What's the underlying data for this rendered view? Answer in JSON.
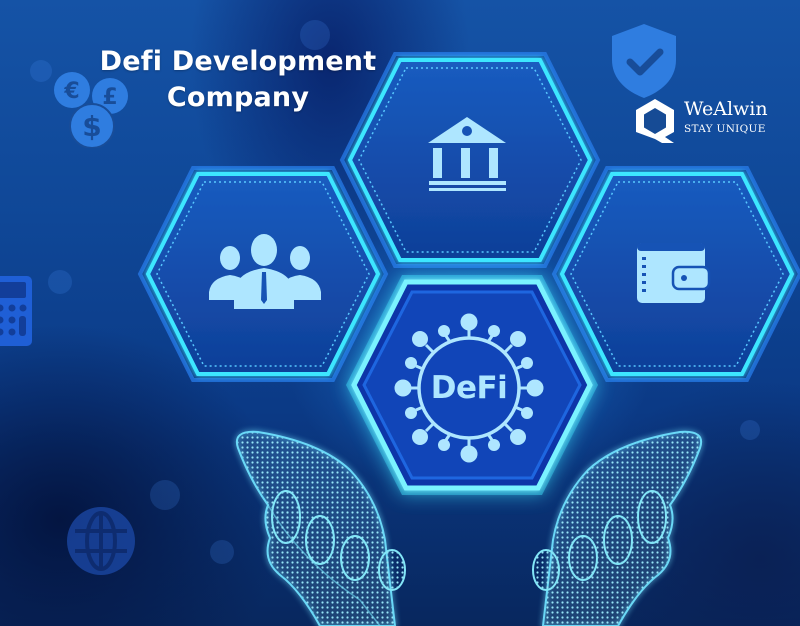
{
  "banner": {
    "title_line1": "Defi Development",
    "title_line2": "Company"
  },
  "brand": {
    "name": "WeAlwin",
    "tagline": "STAY UNIQUE",
    "logo_icon": "hexagon-logo-icon"
  },
  "center_hex": {
    "label": "DeFi",
    "icon": "defi-network-icon"
  },
  "hexagons": [
    {
      "position": "top",
      "icon": "bank-icon"
    },
    {
      "position": "left",
      "icon": "team-icon"
    },
    {
      "position": "right",
      "icon": "wallet-icon"
    },
    {
      "position": "center",
      "icon": "defi-network-icon"
    }
  ],
  "background_icons": [
    "currency-coins-icon",
    "shield-check-icon",
    "calculator-icon",
    "globe-icon",
    "hands-icon"
  ],
  "colors": {
    "background_top": "#1553a6",
    "background_bottom": "#08275e",
    "neon_cyan": "#3ee6ff",
    "hex_fill": "#1650b8",
    "icon_fill": "#aee6ff",
    "bg_icon_blue": "#2f7de0",
    "text": "#ffffff"
  }
}
